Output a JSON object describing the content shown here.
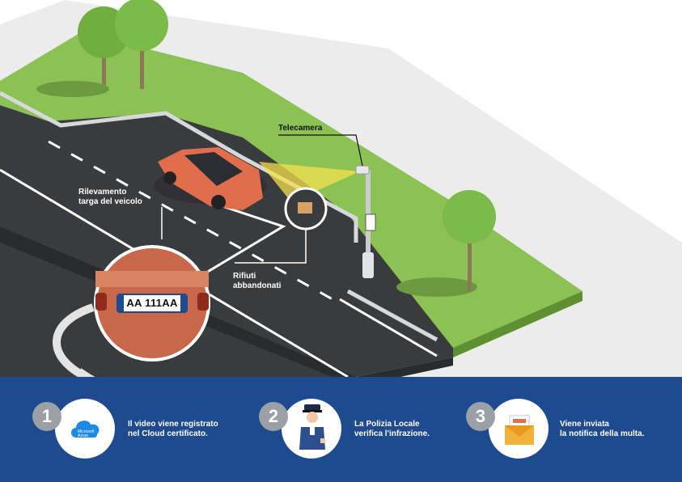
{
  "labels": {
    "camera": "Telecamera",
    "plate_detection_line1": "Rilevamento",
    "plate_detection_line2": "targa del veicolo",
    "waste_line1": "Rifiuti",
    "waste_line2": "abbandonati",
    "plate_number": "AA 111AA"
  },
  "steps": [
    {
      "number": "1",
      "text_line1": "Il video viene registrato",
      "text_line2": "nel Cloud certificato.",
      "icon": "azure-cloud-icon",
      "icon_label_line1": "Microsoft",
      "icon_label_line2": "Azure"
    },
    {
      "number": "2",
      "text_line1": "La Polizia Locale",
      "text_line2": "verifica l'infrazione.",
      "icon": "police-officer-icon"
    },
    {
      "number": "3",
      "text_line1": "Viene inviata",
      "text_line2": "la notifica della multa.",
      "icon": "envelope-icon"
    }
  ],
  "colors": {
    "panel": "#1e4a8f",
    "grass": "#8cc153",
    "road": "#3a3b3d",
    "car": "#e06e4c",
    "camera_beam": "#f4e04d",
    "step_number": "#9aa0a6"
  }
}
